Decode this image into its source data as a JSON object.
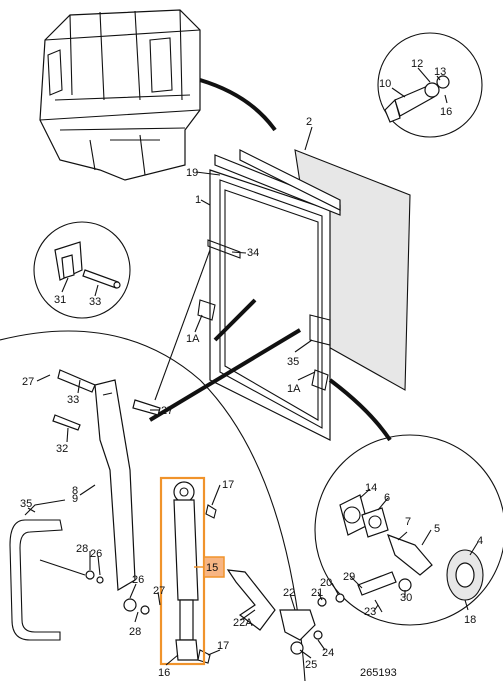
{
  "diagram": {
    "reference_number": "265193",
    "highlighted_callout": "15",
    "accent_color": "#f0932b",
    "callouts": {
      "c1": "1",
      "c2": "2",
      "c19": "19",
      "c10": "10",
      "c12": "12",
      "c13": "13",
      "c16a": "16",
      "c34": "34",
      "c1a_top": "1A",
      "c31": "31",
      "c33a": "33",
      "c35a": "35",
      "c1a_bot": "1A",
      "c27a": "27",
      "c33b": "33",
      "c27b": "27",
      "c32": "32",
      "c8": "8",
      "c9": "9",
      "c35b": "35",
      "c28a": "28",
      "c26a": "26",
      "c26b": "26",
      "c28b": "28",
      "c27c": "27",
      "c16b": "16",
      "c17a": "17",
      "c17b": "17",
      "c15": "15",
      "c22a": "22A",
      "c22": "22",
      "c21": "21",
      "c20": "20",
      "c29": "29",
      "c23": "23",
      "c25": "25",
      "c24": "24",
      "c30": "30",
      "c14": "14",
      "c6": "6",
      "c7": "7",
      "c5": "5",
      "c4": "4",
      "c18": "18"
    }
  }
}
